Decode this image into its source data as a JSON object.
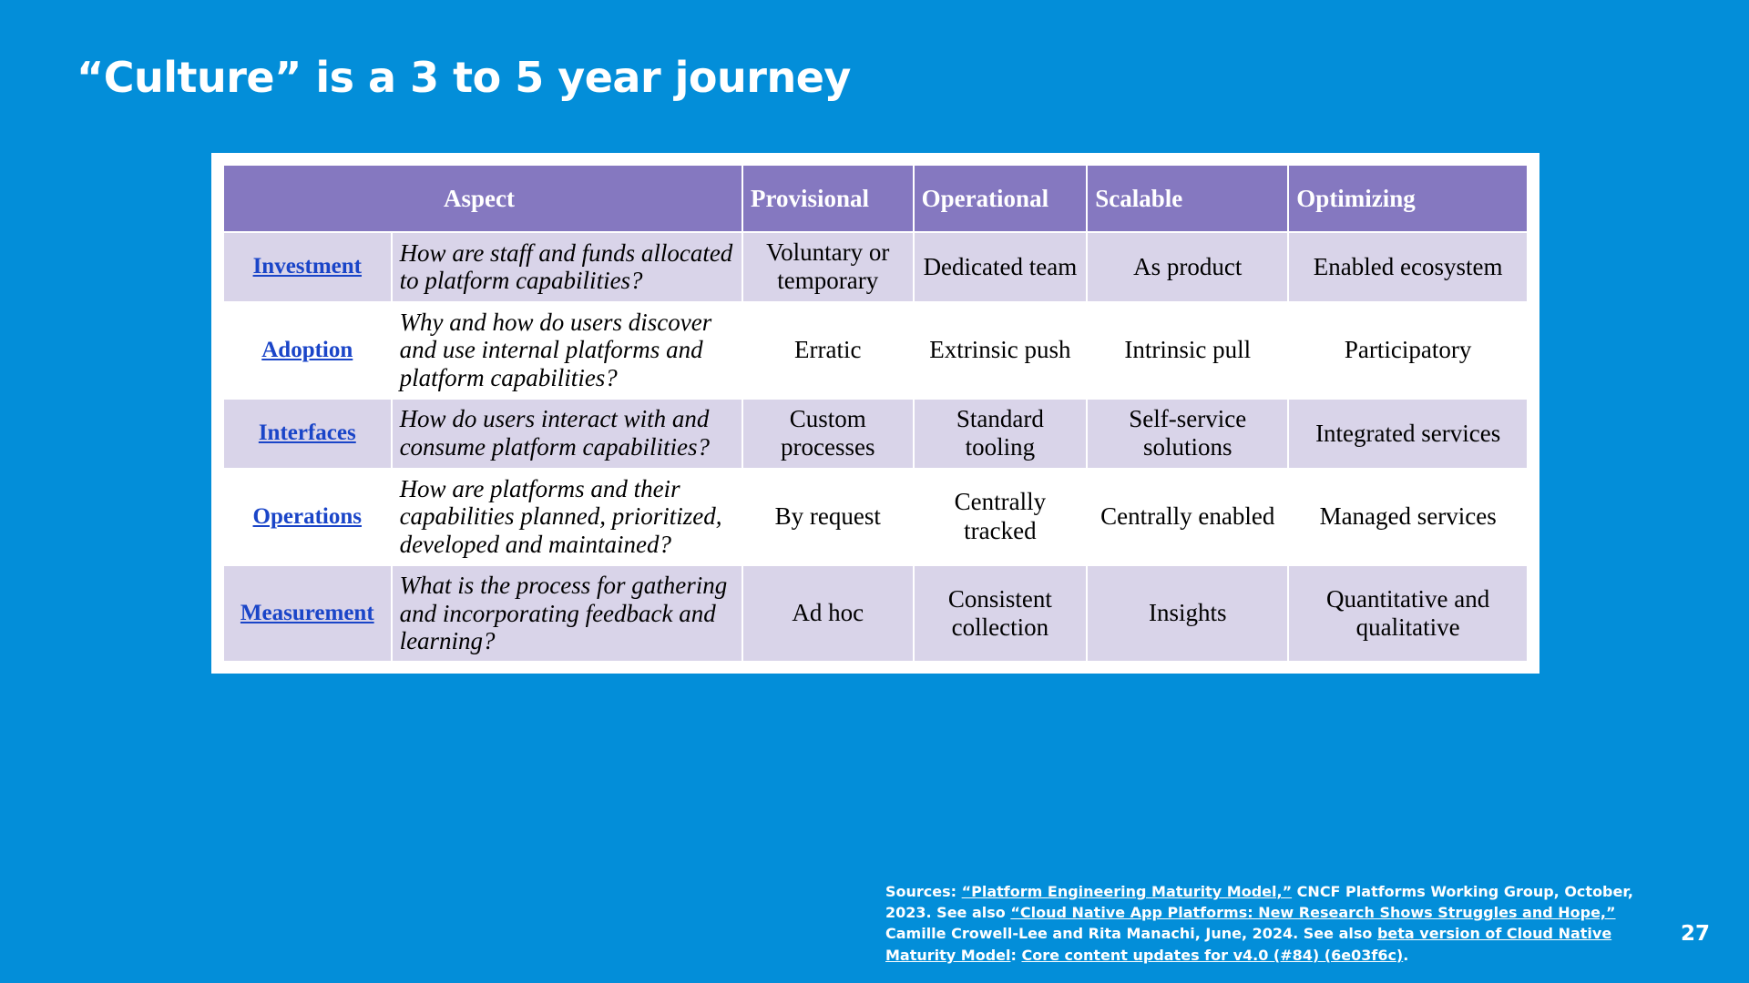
{
  "slide": {
    "title": "“Culture” is a 3 to 5 year journey",
    "page_number": "27",
    "background_color": "#038ed9",
    "header_color": "#8578c0",
    "shade_row_color": "#d9d4e9",
    "link_color": "#1a45c8"
  },
  "table": {
    "columns": [
      {
        "key": "aspect",
        "label": "Aspect"
      },
      {
        "key": "question",
        "label": ""
      },
      {
        "key": "provisional",
        "label": "Provisional"
      },
      {
        "key": "operational",
        "label": "Operational"
      },
      {
        "key": "scalable",
        "label": "Scalable"
      },
      {
        "key": "optimizing",
        "label": "Optimizing"
      }
    ],
    "rows": [
      {
        "aspect": "Investment",
        "question": "How are staff and funds allocated to platform capabilities?",
        "provisional": "Voluntary or temporary",
        "operational": "Dedicated team",
        "scalable": "As product",
        "optimizing": "Enabled ecosystem"
      },
      {
        "aspect": "Adoption",
        "question": "Why and how do users discover and use internal platforms and platform capabilities?",
        "provisional": "Erratic",
        "operational": "Extrinsic push",
        "scalable": "Intrinsic pull",
        "optimizing": "Participatory"
      },
      {
        "aspect": "Interfaces",
        "question": "How do users interact with and consume platform capabilities?",
        "provisional": "Custom processes",
        "operational": "Standard tooling",
        "scalable": "Self-service solutions",
        "optimizing": "Integrated services"
      },
      {
        "aspect": "Operations",
        "question": "How are platforms and their capabilities planned, prioritized, developed and maintained?",
        "provisional": "By request",
        "operational": "Centrally tracked",
        "scalable": "Centrally enabled",
        "optimizing": "Managed services"
      },
      {
        "aspect": "Measurement",
        "question": "What is the process for gathering and incorporating feedback and learning?",
        "provisional": "Ad hoc",
        "operational": "Consistent collection",
        "scalable": "Insights",
        "optimizing": "Quantitative and qualitative"
      }
    ]
  },
  "sources": {
    "prefix": "Sources: ",
    "link1": "“Platform Engineering Maturity Model,”",
    "mid1": " CNCF Platforms Working Group, October, 2023. See also ",
    "link2": "“Cloud Native App Platforms: New Research Shows Struggles and Hope,”",
    "mid2": " Camille Crowell-Lee and Rita Manachi, June, 2024. See also ",
    "link3": "beta version of Cloud Native Maturity Model",
    "mid3": ": ",
    "link4": "Core content updates for v4.0 (#84) (6e03f6c)",
    "suffix": "."
  }
}
